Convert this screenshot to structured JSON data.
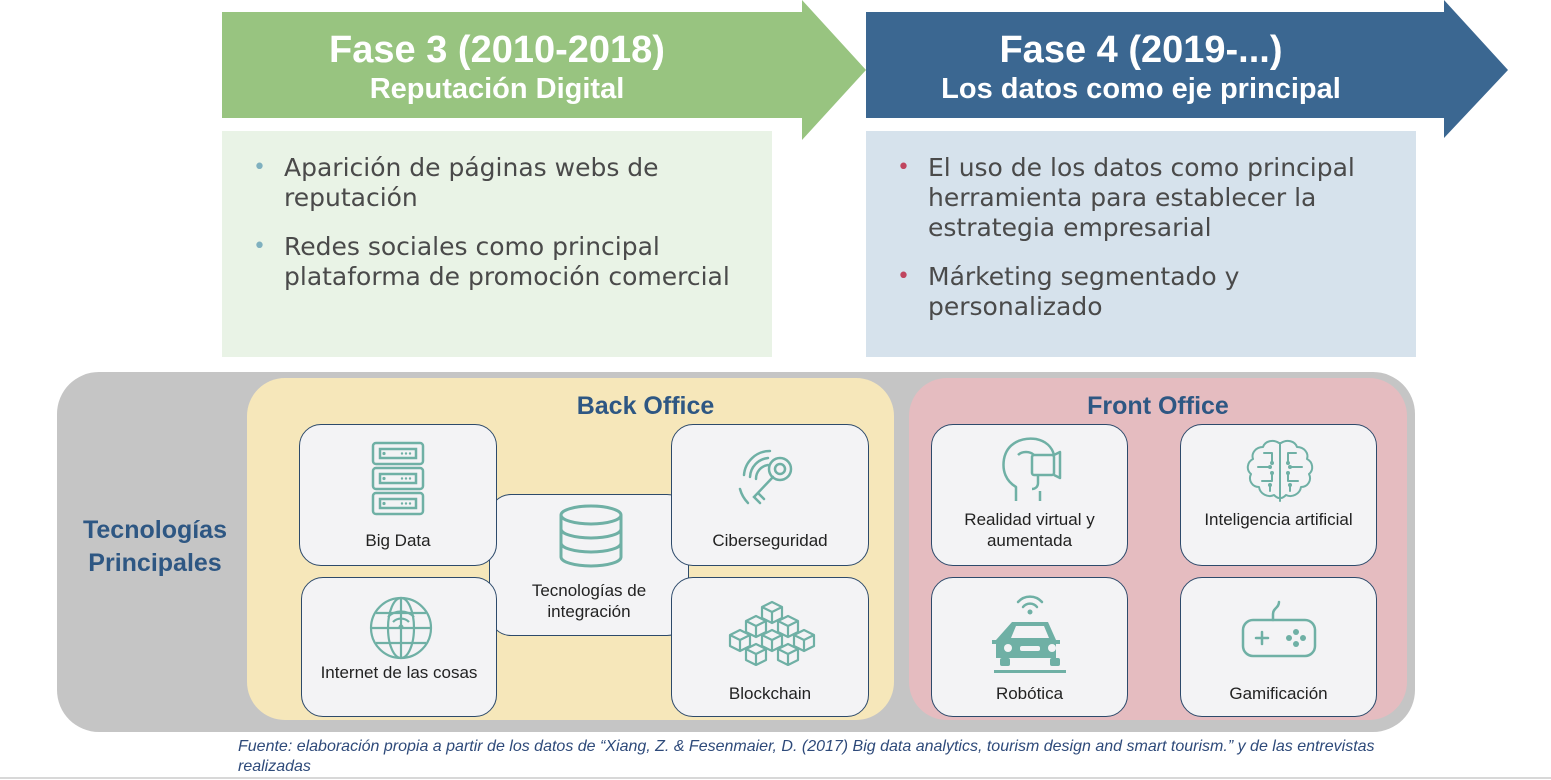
{
  "phases": [
    {
      "title": "Fase 3 (2010-2018)",
      "subtitle": "Reputación Digital",
      "color": "#98c480",
      "box_color": "#e9f3e6",
      "bullet_color": "#7fb0bf",
      "bullets": [
        "Aparición de páginas webs de reputación",
        "Redes sociales como principal plataforma de promoción comercial"
      ]
    },
    {
      "title": "Fase 4 (2019-...)",
      "subtitle": "Los datos como eje principal",
      "color": "#3b6791",
      "box_color": "#d6e2ec",
      "bullet_color": "#c0455f",
      "bullets": [
        "El uso de los datos como principal herramienta para establecer la estrategia empresarial",
        "Márketing segmentado y personalizado"
      ]
    }
  ],
  "technologies": {
    "title": "Tecnologías Principales",
    "back_office": {
      "title": "Back Office",
      "items": {
        "big_data": {
          "label": "Big Data",
          "icon": "server-icon"
        },
        "integration": {
          "label": "Tecnologías de integración",
          "icon": "database-icon"
        },
        "cybersecurity": {
          "label": "Ciberseguridad",
          "icon": "key-fingerprint-icon"
        },
        "iot": {
          "label": "Internet de las cosas",
          "icon": "globe-wifi-icon"
        },
        "blockchain": {
          "label": "Blockchain",
          "icon": "blocks-icon"
        }
      }
    },
    "front_office": {
      "title": "Front Office",
      "items": {
        "vr": {
          "label": "Realidad virtual y aumentada",
          "icon": "vr-head-icon"
        },
        "ai": {
          "label": "Inteligencia artificial",
          "icon": "brain-circuit-icon"
        },
        "robotics": {
          "label": "Robótica",
          "icon": "autonomous-car-icon"
        },
        "gamification": {
          "label": "Gamificación",
          "icon": "gamepad-icon"
        }
      }
    }
  },
  "source": "Fuente: elaboración propia a partir de los datos de “Xiang, Z. & Fesenmaier, D. (2017) Big data analytics, tourism design and smart tourism.” y de las entrevistas realizadas",
  "colors": {
    "icon": "#6fb0a5",
    "title_blue": "#2e5783",
    "card_border": "#2d4a6b"
  }
}
